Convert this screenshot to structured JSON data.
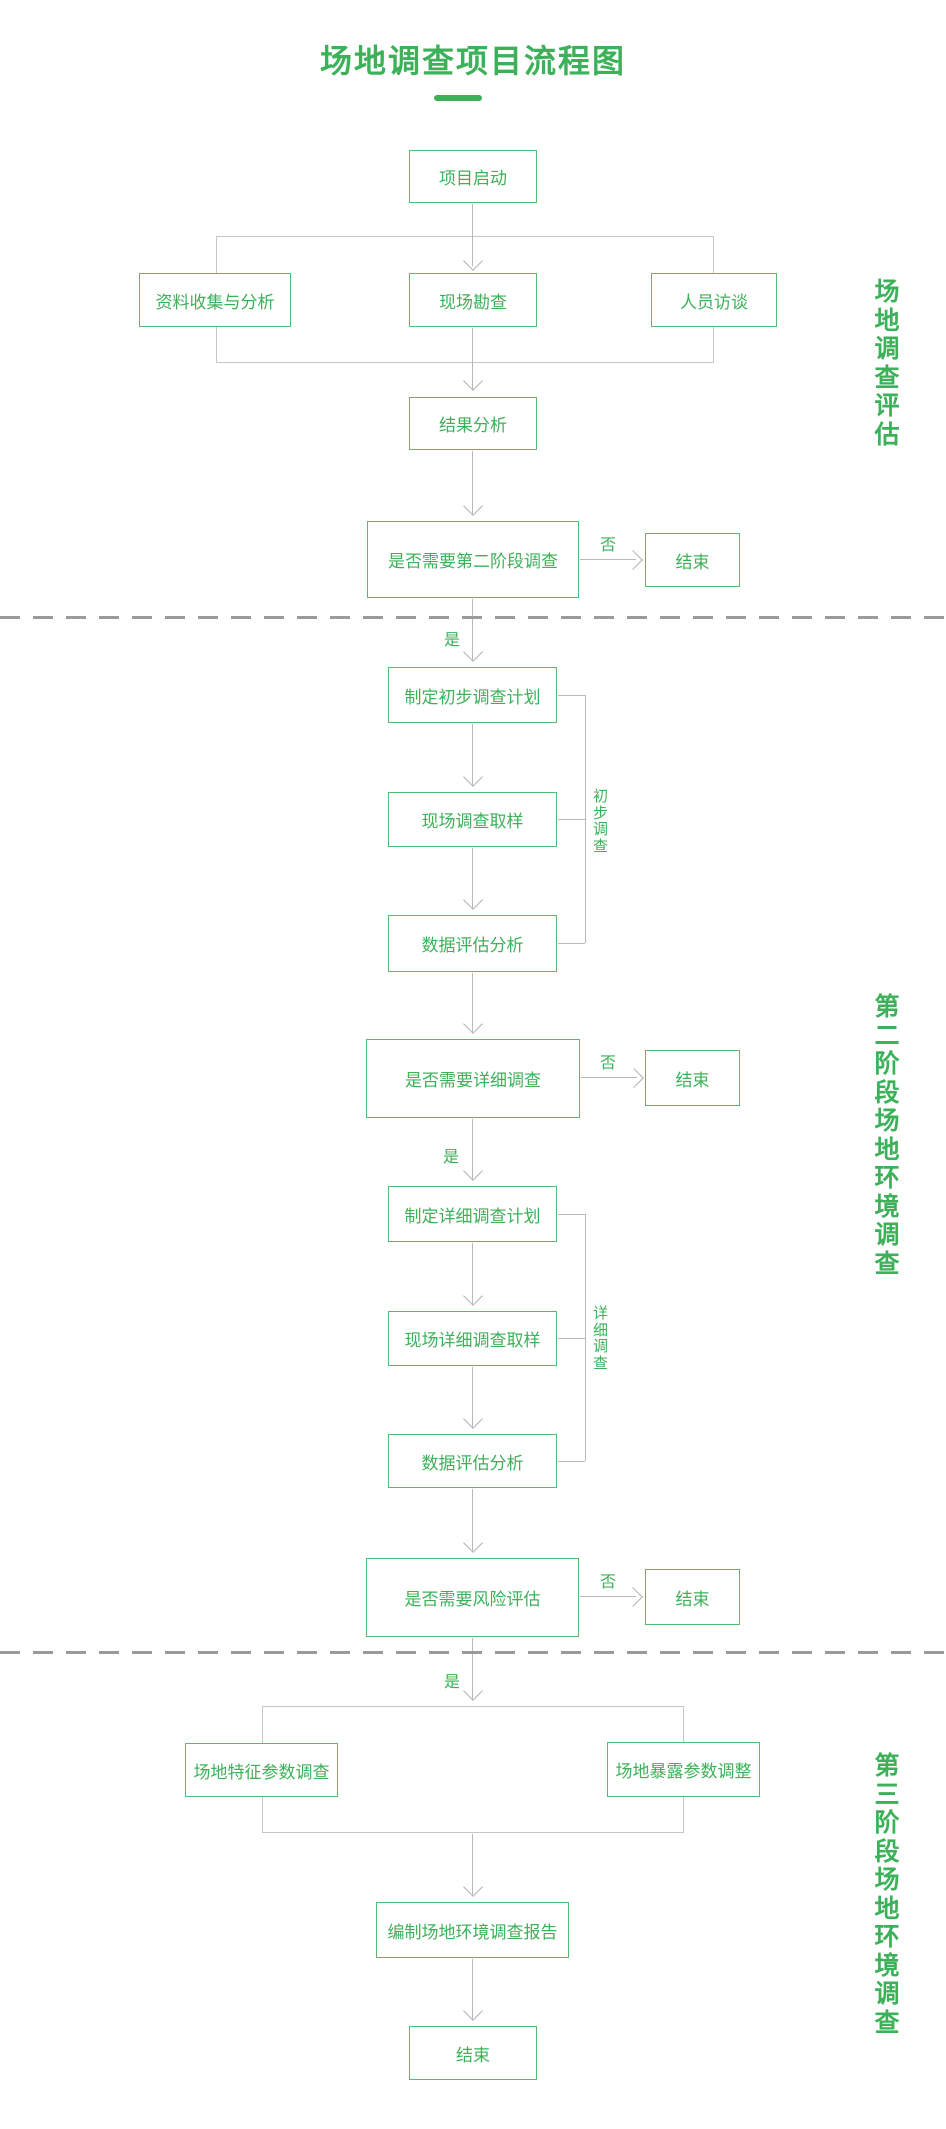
{
  "title": "场地调查项目流程图",
  "stage_labels": {
    "stage1": "场地调查评估",
    "stage2": "第二阶段场地环境调查",
    "stage3": "第三阶段场地环境调查"
  },
  "edge_labels": {
    "yes": "是",
    "no": "否"
  },
  "bracket_labels": {
    "preliminary": "初步调查",
    "detailed": "详细调查"
  },
  "nodes": {
    "start": "项目启动",
    "data_collection": "资料收集与分析",
    "site_survey": "现场勘查",
    "interview": "人员访谈",
    "result_analysis": "结果分析",
    "need_phase2": "是否需要第二阶段调查",
    "end1": "结束",
    "preliminary_plan": "制定初步调查计划",
    "preliminary_sampling": "现场调查取样",
    "preliminary_evaluation": "数据评估分析",
    "need_detailed": "是否需要详细调查",
    "end2": "结束",
    "detailed_plan": "制定详细调查计划",
    "detailed_sampling": "现场详细调查取样",
    "detailed_evaluation": "数据评估分析",
    "need_risk_assessment": "是否需要风险评估",
    "end3": "结束",
    "site_characteristic_params": "场地特征参数调查",
    "site_exposure_params": "场地暴露参数调整",
    "compile_report": "编制场地环境调查报告",
    "end_final": "结束"
  },
  "colors": {
    "green_text": "#3DB159",
    "green_border": "#55BB72",
    "connector_gray": "#B9B9B9",
    "dash_gray": "#9B9B9B"
  }
}
